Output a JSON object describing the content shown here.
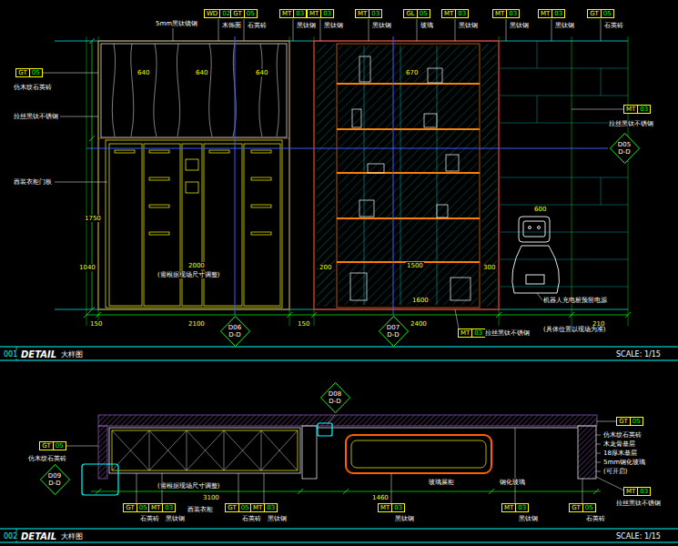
{
  "diagram": {
    "nodes": [
      {
        "text": [
          "WD",
          "02"
        ]
      },
      {
        "text": [
          "GT",
          "05"
        ]
      },
      {
        "text": [
          "MT",
          "03"
        ]
      },
      {
        "text": [
          "MT",
          "03"
        ]
      },
      {
        "text": [
          "MT",
          "03"
        ]
      },
      {
        "text": [
          "GL",
          "05"
        ]
      },
      {
        "text": [
          "MT",
          "03"
        ]
      },
      {
        "text": [
          "MT",
          "03"
        ]
      },
      {
        "text": [
          "MT",
          "03"
        ]
      },
      {
        "text": [
          "GT",
          "05"
        ]
      },
      {
        "text": [
          "GT",
          "05"
        ]
      },
      {
        "text": [
          "MT",
          "03"
        ]
      },
      {
        "text": [
          "D05",
          "D-D"
        ]
      },
      {
        "text": [
          "D06",
          "D-D"
        ]
      },
      {
        "text": [
          "D07",
          "D-D"
        ]
      },
      {
        "text": [
          "MT",
          "03"
        ]
      },
      {
        "text": [
          "D08",
          "D-D"
        ]
      },
      {
        "text": [
          "GT",
          "05"
        ]
      },
      {
        "text": [
          "D09",
          "D-D"
        ]
      },
      {
        "text": [
          "GT",
          "05"
        ]
      },
      {
        "text": [
          "MT",
          "03"
        ]
      },
      {
        "text": [
          "GT",
          "05"
        ]
      },
      {
        "text": [
          "MT",
          "03"
        ]
      },
      {
        "text": [
          "MT",
          "03"
        ]
      },
      {
        "text": [
          "MT",
          "03"
        ]
      },
      {
        "text": [
          "GT",
          "05"
        ]
      },
      {
        "text": [
          "GT",
          "05"
        ]
      },
      {
        "text": [
          "MT",
          "03"
        ]
      }
    ],
    "labels": [
      "5mm黑钛镜钢",
      "木饰面",
      "石英砖",
      "黑钛钢",
      "黑钛钢",
      "黑钛钢",
      "玻璃",
      "黑钛钢",
      "黑钛钢",
      "黑钛钢",
      "石英砖",
      "仿木纹石英砖",
      "拉丝黑钛不锈钢",
      "西装衣柜门板",
      "拉丝黑钛不锈钢",
      "640",
      "640",
      "640",
      "670",
      "1750",
      "1040",
      "2000",
      "(需根据现场尺寸调整)",
      "200",
      "1500",
      "300",
      "600",
      "1600",
      "150",
      "2100",
      "150",
      "2400",
      "210",
      "机器人充电桩预留电源",
      "(具体位置以现场为准)",
      "拉丝黑钛不锈钢",
      "001",
      "DETAIL",
      "大样图",
      "SCALE: 1/15",
      "仿木纹石英砖",
      "3100",
      "(需根据现场尺寸调整)",
      "西装衣柜",
      "1460",
      "玻璃展柜",
      "钢化玻璃",
      "仿木纹石英砖",
      "木龙骨基层",
      "18厚木基层",
      "5mm钢化玻璃",
      "(可开启)",
      "石英砖",
      "黑钛钢",
      "石英砖",
      "黑钛钢",
      "黑钛钢",
      "黑钛钢",
      "石英砖",
      "002",
      "DETAIL",
      "大样图",
      "SCALE: 1/15",
      "拉丝黑钛不锈钢"
    ]
  }
}
